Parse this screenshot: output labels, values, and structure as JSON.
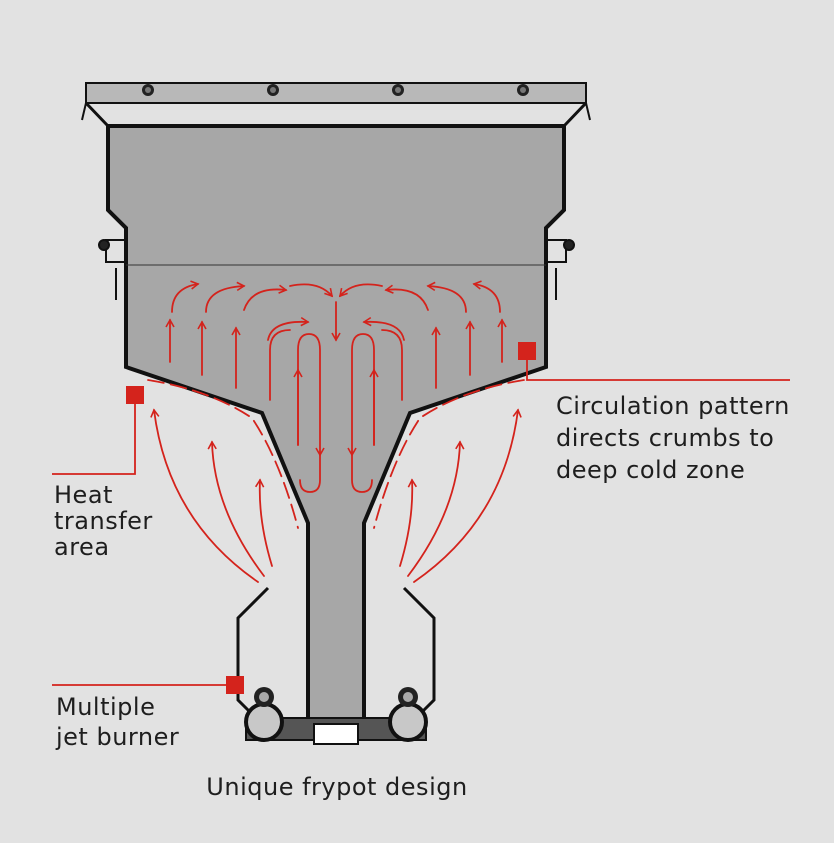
{
  "labels": {
    "circulation": "Circulation pattern\ndirects crumbs to\ndeep cold zone",
    "heat_transfer": "Heat\ntransfer\narea",
    "jet_burner": "Multiple\njet burner",
    "caption": "Unique frypot design"
  },
  "colors": {
    "background": "#e2e2e2",
    "pot_fill": "#a7a7a7",
    "outline": "#111111",
    "accent": "#d4231c",
    "text": "#1e1e1e"
  }
}
